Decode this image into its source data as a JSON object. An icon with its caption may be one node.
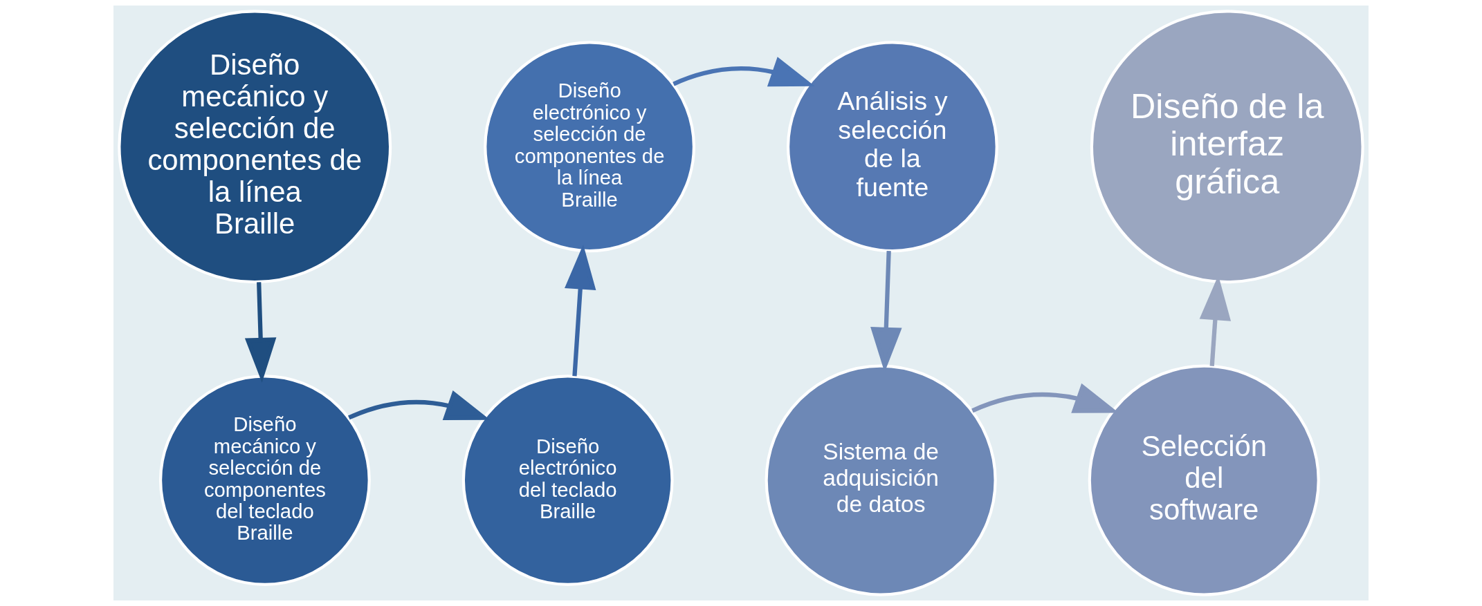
{
  "diagram": {
    "nodes": [
      {
        "text": [
          "Diseño mecánico y selección de componentes de la línea Braille"
        ]
      },
      {
        "text": [
          "Diseño mecánico y selección de componentes del teclado Braille"
        ]
      },
      {
        "text": [
          "Diseño electrónico del teclado Braille"
        ]
      },
      {
        "text": [
          "Diseño electrónico y selección de componentes de la línea Braille"
        ]
      },
      {
        "text": [
          "Análisis y selección de la fuente"
        ]
      },
      {
        "text": [
          "Sistema de adquisición de datos"
        ]
      },
      {
        "text": [
          "Selección del software"
        ]
      },
      {
        "text": [
          "Diseño de la interfaz gráfica"
        ]
      }
    ],
    "edges": [
      {
        "from": 0,
        "to": 1,
        "arrow": "to",
        "color": "#1f4e80"
      },
      {
        "from": 1,
        "to": 2,
        "arrow": "to",
        "color": "#2e5d96"
      },
      {
        "from": 2,
        "to": 3,
        "arrow": "to",
        "color": "#3b67a6"
      },
      {
        "from": 3,
        "to": 4,
        "arrow": "to",
        "color": "#4a74b4"
      },
      {
        "from": 4,
        "to": 5,
        "arrow": "to",
        "color": "#6d88b6"
      },
      {
        "from": 5,
        "to": 6,
        "arrow": "to",
        "color": "#8395bb"
      },
      {
        "from": 6,
        "to": 7,
        "arrow": "to",
        "color": "#9aa6c0"
      }
    ]
  }
}
